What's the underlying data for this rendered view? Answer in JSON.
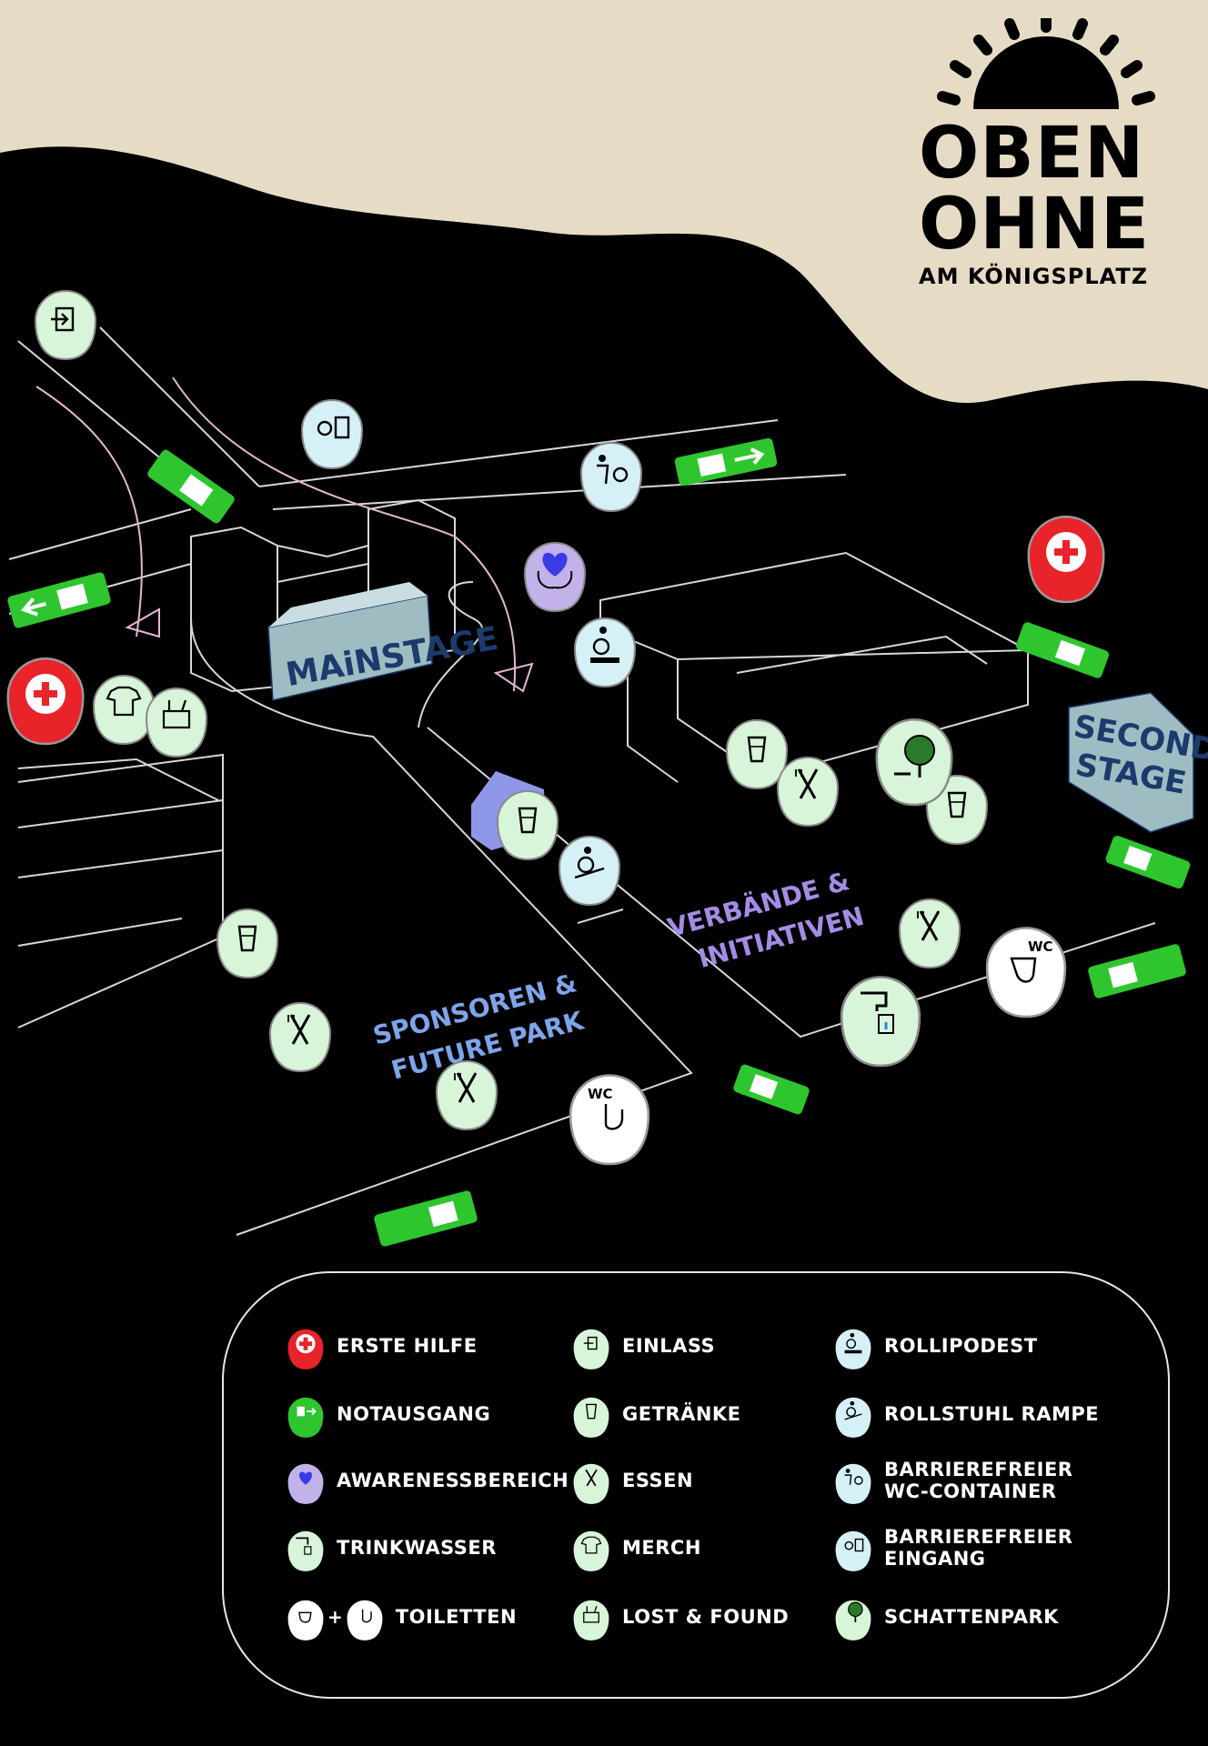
{
  "logo": {
    "line1": "OBEN",
    "line2": "OHNE",
    "line3": "AM KÖNIGSPLATZ"
  },
  "areas": {
    "mainstage": "MAiNSTAGE",
    "second_stage_1": "SECOND",
    "second_stage_2": "STAGE",
    "verbaende_1": "VERBÄNDE &",
    "verbaende_2": "INITIATIVEN",
    "sponsoren_1": "SPONSOREN &",
    "sponsoren_2": "FUTURE PARK"
  },
  "toilet_label": "WC",
  "colors": {
    "cream": "#e6dcc6",
    "erste_hilfe": "#e8232a",
    "notausgang": "#2fc52f",
    "awareness": "#c3b2ea",
    "green_pin": "#d9f5d9",
    "blue_pin": "#d6f0f8",
    "stage": "#9fbcc3",
    "stage_text": "#1c3a6b",
    "verbaende": "#a58be6",
    "sponsoren": "#7ea4ea"
  },
  "legend": {
    "col1": [
      {
        "icon": "first-aid-pin-icon",
        "label": "ERSTE HILFE"
      },
      {
        "icon": "emergency-exit-pin-icon",
        "label": "NOTAUSGANG"
      },
      {
        "icon": "awareness-pin-icon",
        "label": "AWARENESSBEREICH"
      },
      {
        "icon": "water-tap-pin-icon",
        "label": "TRINKWASSER"
      },
      {
        "icon": "toilet-pin-icon",
        "label": "TOILETTEN"
      }
    ],
    "col2": [
      {
        "icon": "entrance-pin-icon",
        "label": "EINLASS"
      },
      {
        "icon": "drinks-pin-icon",
        "label": "GETRÄNKE"
      },
      {
        "icon": "food-pin-icon",
        "label": "ESSEN"
      },
      {
        "icon": "merch-pin-icon",
        "label": "MERCH"
      },
      {
        "icon": "lost-found-pin-icon",
        "label": "LOST & FOUND"
      }
    ],
    "col3": [
      {
        "icon": "wheelchair-podium-pin-icon",
        "label": "ROLLIPODEST"
      },
      {
        "icon": "wheelchair-ramp-pin-icon",
        "label": "ROLLSTUHL RAMPE"
      },
      {
        "icon": "accessible-wc-pin-icon",
        "label1": "BARRIEREFREIER",
        "label2": "WC-CONTAINER"
      },
      {
        "icon": "accessible-entrance-pin-icon",
        "label1": "BARRIEREFREIER",
        "label2": "EINGANG"
      },
      {
        "icon": "shade-park-pin-icon",
        "label": "SCHATTENPARK"
      }
    ],
    "plus": "+"
  }
}
